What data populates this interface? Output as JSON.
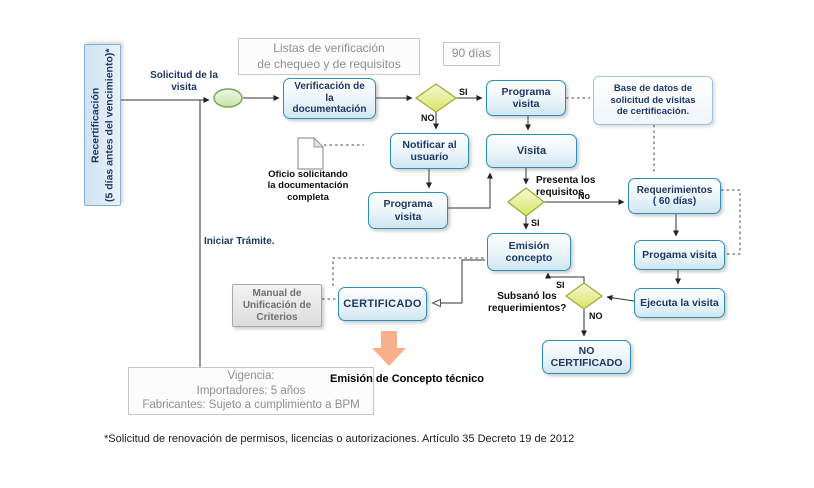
{
  "diagram": {
    "recert": "Recertificación\n(5 días antes del vencimiento)*",
    "solicitud": "Solicitud de la\nvisita",
    "listas": "Listas de verificación\nde chequeo y de requisitos",
    "dias90": "90 días",
    "verificacion": "Verificación de\nla\ndocumentación",
    "programa_visita_top": "Programa\nvisita",
    "base_datos": "Base de datos de\nsolicitud de visitas\nde certificación.",
    "notificar": "Notificar al\nusuario",
    "oficio": "Oficio solicitando\nla documentación\ncompleta",
    "programa_visita_mid": "Programa\nvisita",
    "visita": "Visita",
    "presenta": "Presenta los\nrequisitos",
    "requerimientos": "Requerimientos\n( 60 días)",
    "progama_visita": "Progama visita",
    "ejecuta": "Ejecuta la visita",
    "emision_concepto": "Emisión\nconcepto",
    "subsano": "Subsanó los\nrequerimientos?",
    "no_certificado": "NO\nCERTIFICADO",
    "certificado": "CERTIFICADO",
    "manual": "Manual de\nUnificación de\nCriterios",
    "iniciar": "Iniciar Trámite.",
    "emision_tecnico": "Emisión de Concepto técnico",
    "vigencia": "Vigencia:\nImportadores: 5 años\nFabricantes: Sujeto a cumplimiento a BPM",
    "footnote": "*Solicitud de renovación de permisos, licencias o autorizaciones. Artículo 35 Decreto 19 de 2012",
    "labels": {
      "si": "SI",
      "no": "NO",
      "no_mixed": "No"
    },
    "icons": {
      "document": "page-with-folded-corner",
      "down_block_arrow": "orange-down-arrow"
    },
    "colors": {
      "node_border": "#2C8EB8",
      "node_text": "#1F3864",
      "diamond_fill": "#d9e465",
      "diamond_border": "#9fae3a",
      "oval_fill": "#c4e3a4",
      "oval_border": "#74a857",
      "recert_fill": "#cfe2f3",
      "gray_text": "#8f8f8f",
      "orange_arrow": "#F9AF89"
    }
  }
}
